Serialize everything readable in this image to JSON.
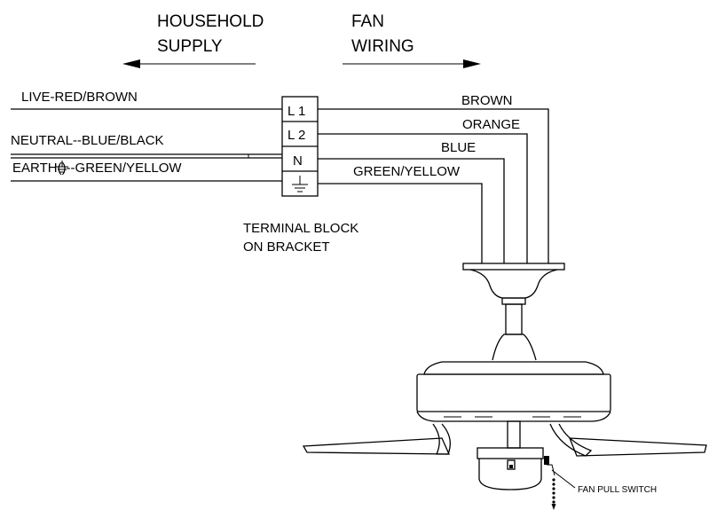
{
  "headers": {
    "household_line1": "HOUSEHOLD",
    "household_line2": "SUPPLY",
    "fan_line1": "FAN",
    "fan_line2": "WIRING"
  },
  "supply_wires": {
    "live": "LIVE-RED/BROWN",
    "neutral": "NEUTRAL--BLUE/BLACK",
    "earth_prefix": "EARTH(",
    "earth_suffix": ")--GREEN/YELLOW"
  },
  "terminals": [
    "L 1",
    "L 2",
    "N"
  ],
  "fan_wires": [
    "BROWN",
    "ORANGE",
    "BLUE",
    "GREEN/YELLOW"
  ],
  "terminal_block_label": {
    "line1": "TERMINAL BLOCK",
    "line2": "ON BRACKET"
  },
  "pull_switch_label": "FAN PULL SWITCH",
  "icons": [
    "earth-ground-icon",
    "left-arrow-icon",
    "right-arrow-icon"
  ]
}
